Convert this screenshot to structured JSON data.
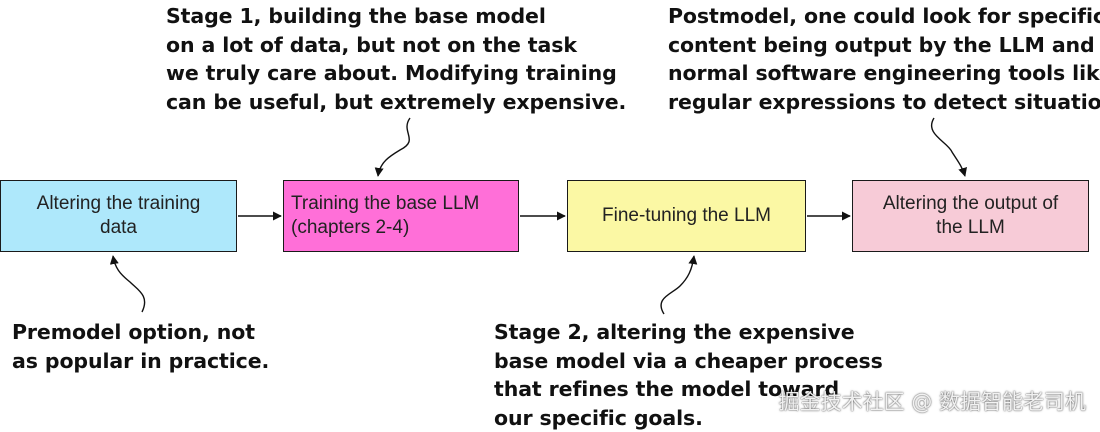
{
  "boxes": [
    {
      "id": "training-data",
      "label_lines": [
        "Altering the training",
        "data"
      ],
      "fill": "#aee8fb"
    },
    {
      "id": "base-llm",
      "label_lines": [
        "Training the base LLM",
        "(chapters 2-4)"
      ],
      "fill": "#ff6fd8"
    },
    {
      "id": "fine-tuning",
      "label_lines": [
        "Fine-tuning the LLM"
      ],
      "fill": "#fbf8a4"
    },
    {
      "id": "output",
      "label_lines": [
        "Altering the output of",
        "the LLM"
      ],
      "fill": "#f7cbd7"
    }
  ],
  "annotations": {
    "stage1": [
      "Stage 1, building the base model",
      "on a lot of data, but not on the task",
      "we truly care about. Modifying training",
      "can be useful, but extremely expensive."
    ],
    "postmodel": [
      "Postmodel, one could look for specific",
      "content being output by the LLM and use",
      "normal software engineering tools like",
      "regular expressions to detect situations."
    ],
    "premodel": [
      "Premodel option, not",
      "as popular in practice."
    ],
    "stage2": [
      "Stage 2, altering the expensive",
      "base model via a cheaper process",
      "that refines the model toward",
      "our specific goals."
    ]
  },
  "watermark": "掘金技术社区 @ 数据智能老司机"
}
